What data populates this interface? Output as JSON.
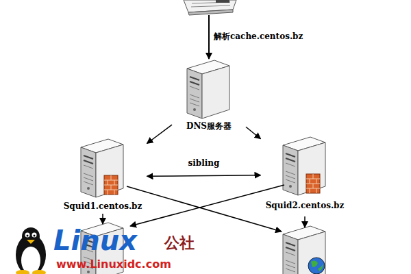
{
  "diagram": {
    "nodes": [
      {
        "text": [
          "DNS服务器"
        ]
      },
      {
        "text": [
          "Squid1.centos.bz"
        ]
      },
      {
        "text": [
          "Squid2.centos.bz"
        ]
      }
    ],
    "edges": [
      {
        "from": 0,
        "to": 1,
        "arrow": "to"
      },
      {
        "from": 0,
        "to": 2,
        "arrow": "to"
      },
      {
        "from": 1,
        "to": 2,
        "label": "sibling",
        "arrow": "both"
      }
    ],
    "labels": [
      "解析cache.centos.bz",
      "Linux",
      "公社",
      "www.Linuxidc.com"
    ]
  }
}
